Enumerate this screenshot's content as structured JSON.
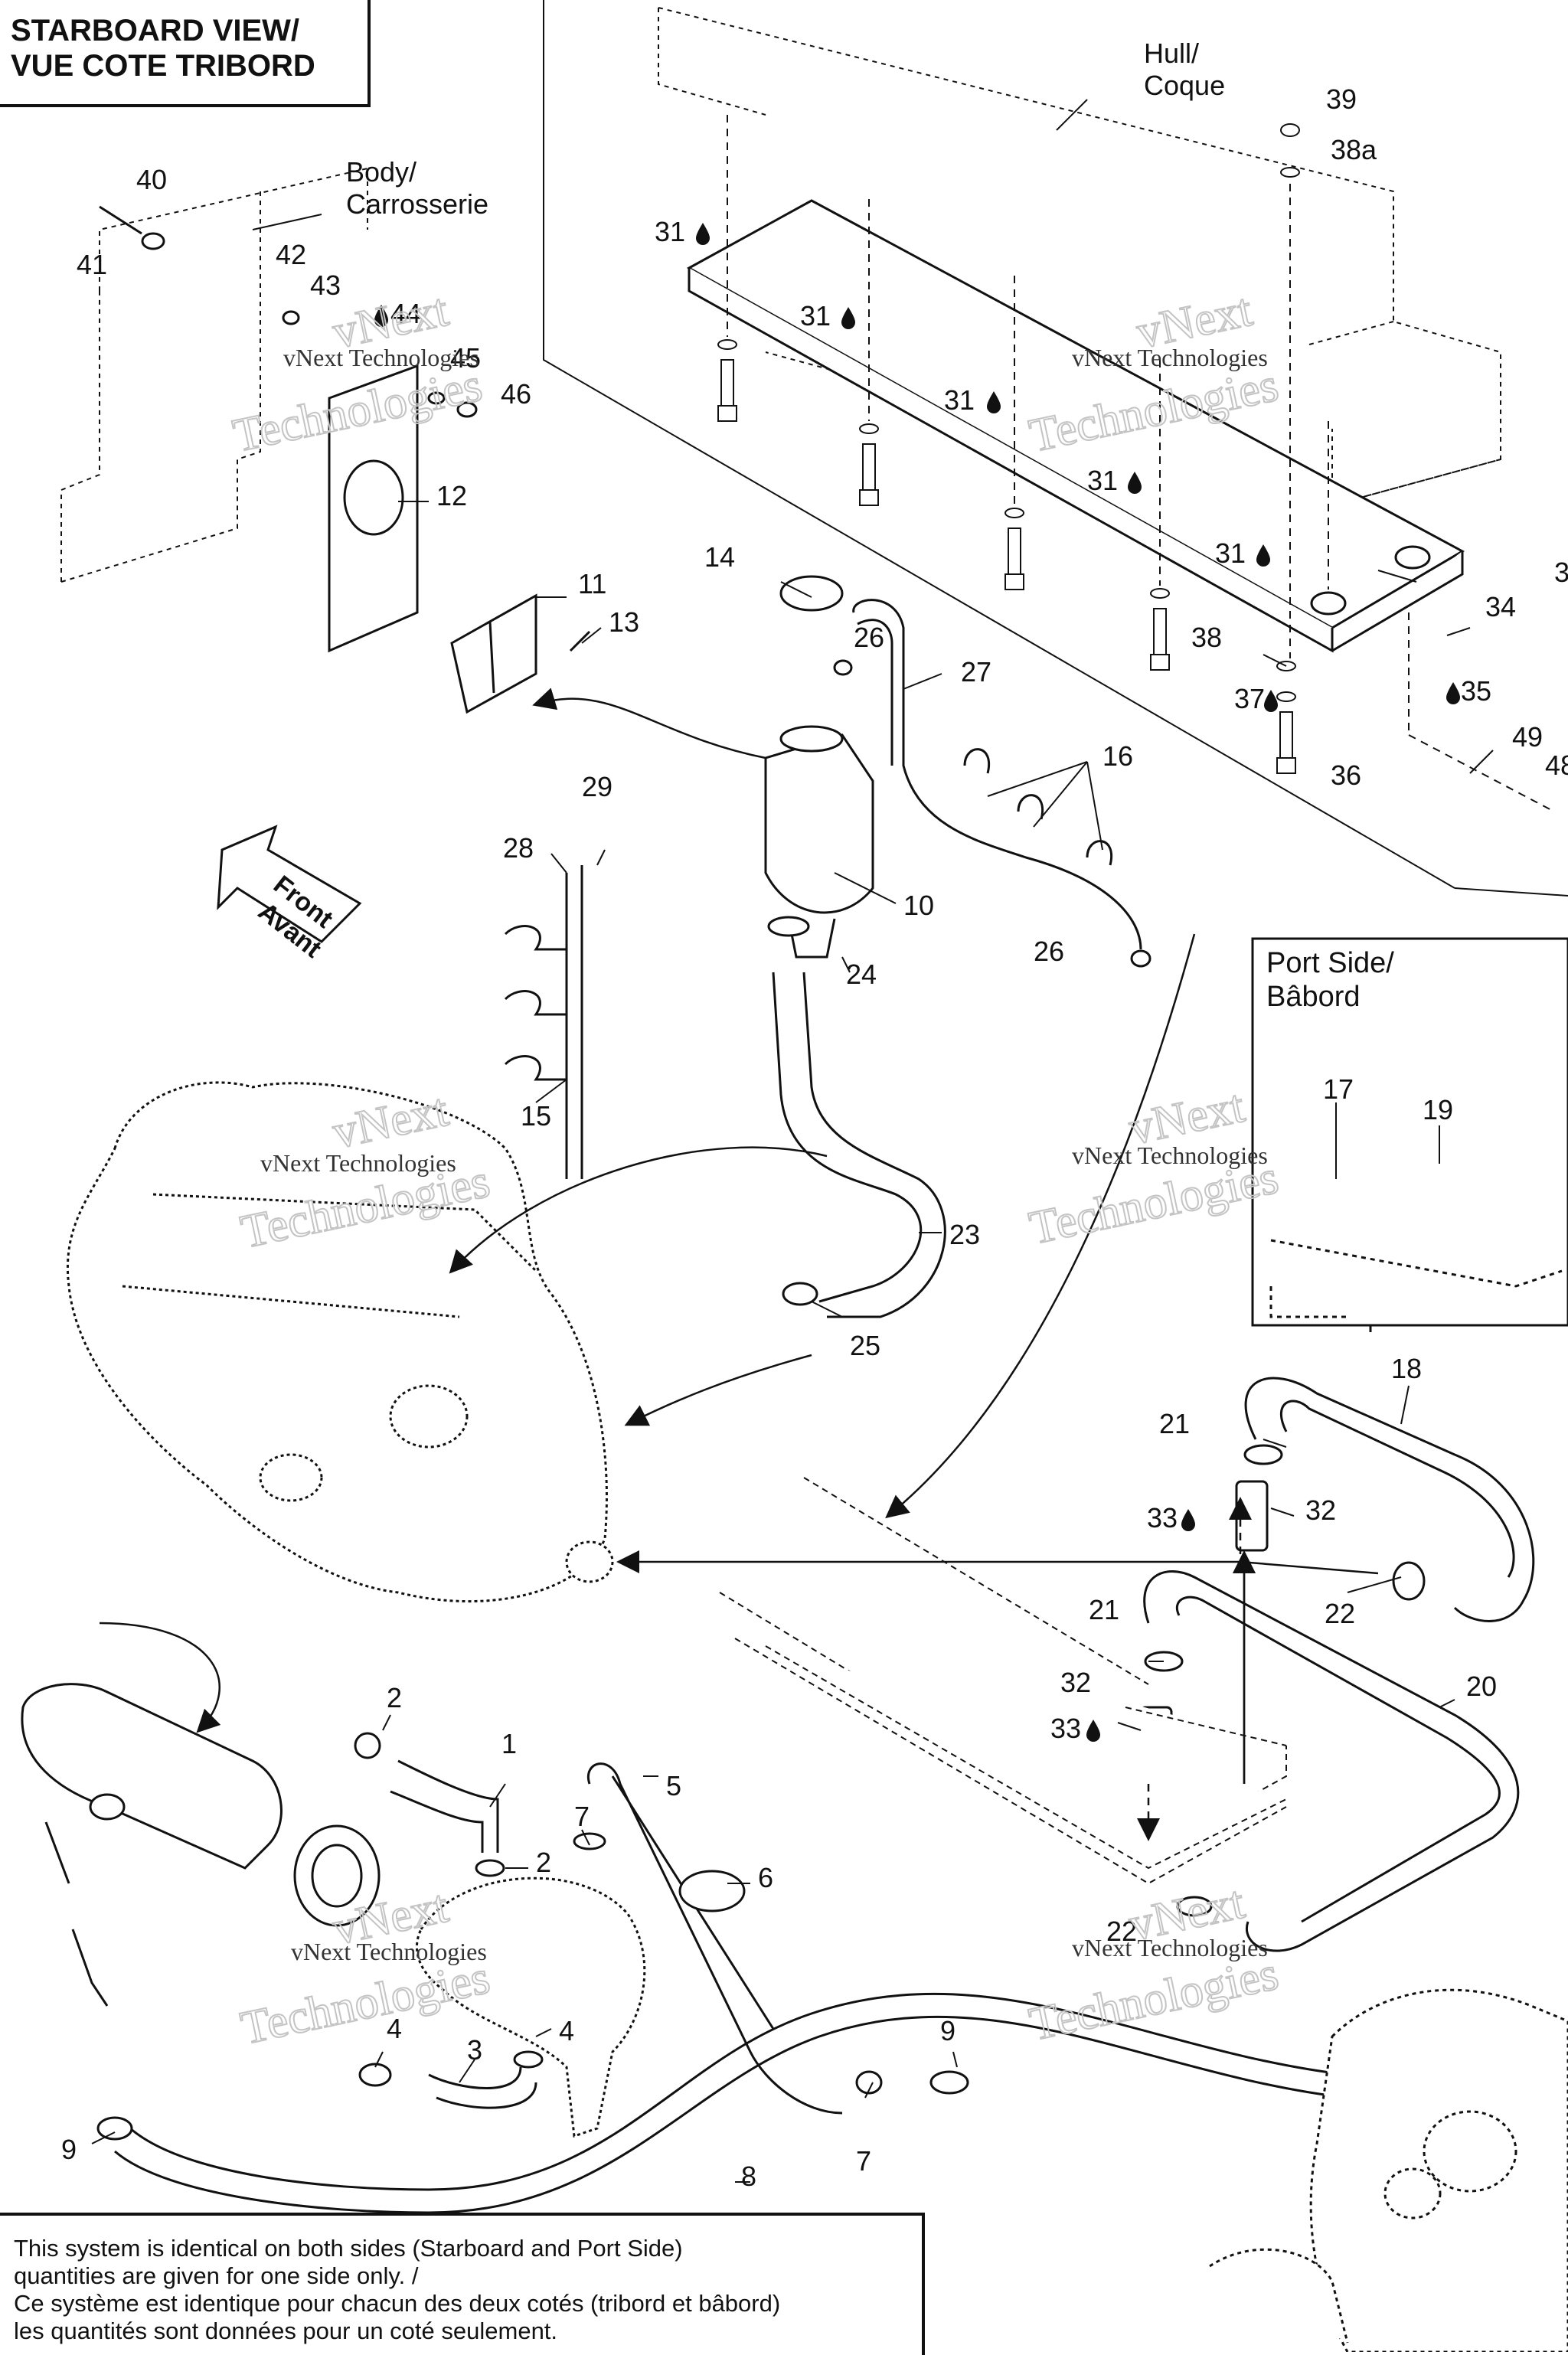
{
  "header": {
    "line1": "STARBOARD VIEW/",
    "line2": "VUE COTE TRIBORD"
  },
  "parts_labels": {
    "hull_en": "Hull/",
    "hull_fr": "Coque",
    "body_en": "Body/",
    "body_fr": "Carrosserie",
    "front_en": "Front",
    "front_fr": "Avant",
    "port_en": "Port Side/",
    "port_fr": "Bâbord"
  },
  "callouts": [
    {
      "id": "c1",
      "text": "1"
    },
    {
      "id": "c2a",
      "text": "2"
    },
    {
      "id": "c2b",
      "text": "2"
    },
    {
      "id": "c3",
      "text": "3"
    },
    {
      "id": "c4a",
      "text": "4"
    },
    {
      "id": "c4b",
      "text": "4"
    },
    {
      "id": "c5",
      "text": "5"
    },
    {
      "id": "c6",
      "text": "6"
    },
    {
      "id": "c7a",
      "text": "7"
    },
    {
      "id": "c7b",
      "text": "7"
    },
    {
      "id": "c8",
      "text": "8"
    },
    {
      "id": "c9a",
      "text": "9"
    },
    {
      "id": "c9b",
      "text": "9"
    },
    {
      "id": "c10",
      "text": "10"
    },
    {
      "id": "c11",
      "text": "11"
    },
    {
      "id": "c12",
      "text": "12"
    },
    {
      "id": "c13",
      "text": "13"
    },
    {
      "id": "c14",
      "text": "14"
    },
    {
      "id": "c15",
      "text": "15"
    },
    {
      "id": "c16",
      "text": "16"
    },
    {
      "id": "c17",
      "text": "17"
    },
    {
      "id": "c18",
      "text": "18"
    },
    {
      "id": "c19",
      "text": "19"
    },
    {
      "id": "c20",
      "text": "20"
    },
    {
      "id": "c21a",
      "text": "21"
    },
    {
      "id": "c21b",
      "text": "21"
    },
    {
      "id": "c22a",
      "text": "22"
    },
    {
      "id": "c22b",
      "text": "22"
    },
    {
      "id": "c23",
      "text": "23"
    },
    {
      "id": "c24",
      "text": "24"
    },
    {
      "id": "c25",
      "text": "25"
    },
    {
      "id": "c26a",
      "text": "26"
    },
    {
      "id": "c26b",
      "text": "26"
    },
    {
      "id": "c27",
      "text": "27"
    },
    {
      "id": "c28",
      "text": "28"
    },
    {
      "id": "c29",
      "text": "29"
    },
    {
      "id": "c30",
      "text": "3"
    },
    {
      "id": "c31a",
      "text": "31"
    },
    {
      "id": "c31b",
      "text": "31"
    },
    {
      "id": "c31c",
      "text": "31"
    },
    {
      "id": "c31d",
      "text": "31"
    },
    {
      "id": "c31e",
      "text": "31"
    },
    {
      "id": "c32a",
      "text": "32"
    },
    {
      "id": "c32b",
      "text": "32"
    },
    {
      "id": "c33a",
      "text": "33"
    },
    {
      "id": "c33b",
      "text": "33"
    },
    {
      "id": "c34",
      "text": "34"
    },
    {
      "id": "c35",
      "text": "35"
    },
    {
      "id": "c36",
      "text": "36"
    },
    {
      "id": "c37",
      "text": "37"
    },
    {
      "id": "c38",
      "text": "38"
    },
    {
      "id": "c38a",
      "text": "38a"
    },
    {
      "id": "c39",
      "text": "39"
    },
    {
      "id": "c40",
      "text": "40"
    },
    {
      "id": "c41",
      "text": "41"
    },
    {
      "id": "c42",
      "text": "42"
    },
    {
      "id": "c43",
      "text": "43"
    },
    {
      "id": "c44",
      "text": "44"
    },
    {
      "id": "c45",
      "text": "45"
    },
    {
      "id": "c46",
      "text": "46"
    },
    {
      "id": "c48",
      "text": "48"
    },
    {
      "id": "c49",
      "text": "49"
    }
  ],
  "watermark": {
    "small": "vNext Technologies",
    "big1": "vNext",
    "big2": "Technologies"
  },
  "note": {
    "line1": "This system is identical on both sides (Starboard and Port Side)",
    "line2": "quantities are given for one side only. /",
    "line3": "Ce système est identique pour chacun des deux cotés (tribord et bâbord)",
    "line4": "les quantités sont données pour un coté seulement."
  }
}
